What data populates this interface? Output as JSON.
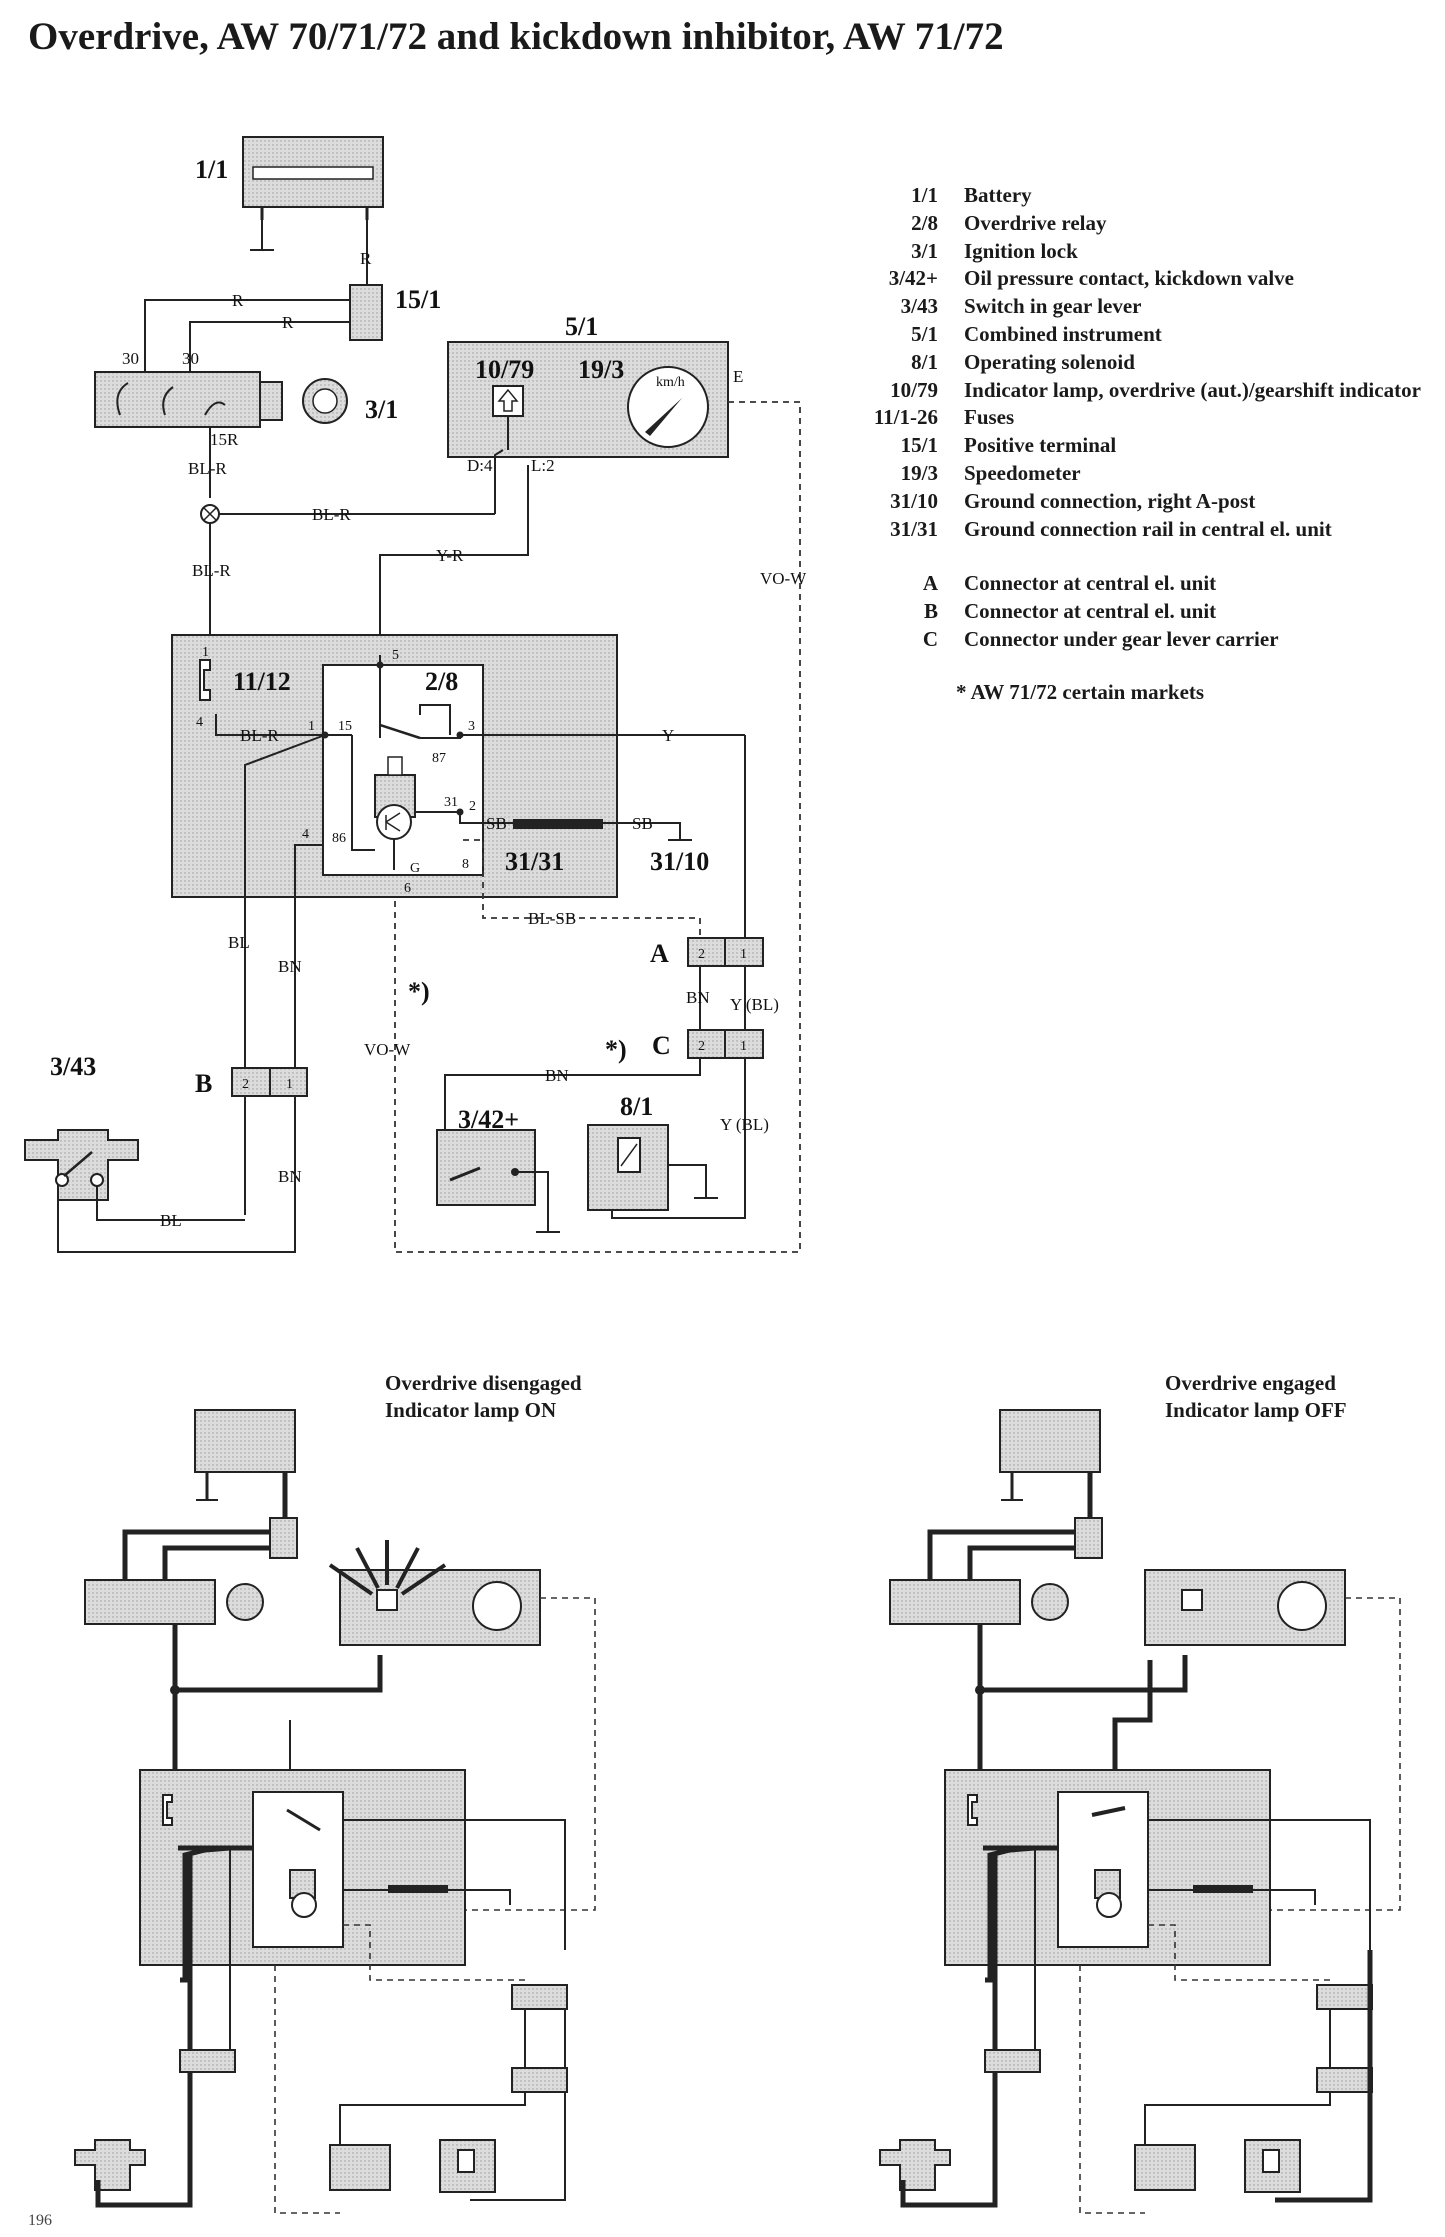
{
  "title": "Overdrive, AW 70/71/72 and kickdown inhibitor, AW 71/72",
  "legend": [
    {
      "code": "1/1",
      "desc": "Battery"
    },
    {
      "code": "2/8",
      "desc": "Overdrive relay"
    },
    {
      "code": "3/1",
      "desc": "Ignition lock"
    },
    {
      "code": "3/42+",
      "desc": "Oil pressure contact, kickdown valve"
    },
    {
      "code": "3/43",
      "desc": "Switch in gear lever"
    },
    {
      "code": "5/1",
      "desc": "Combined instrument"
    },
    {
      "code": "8/1",
      "desc": "Operating solenoid"
    },
    {
      "code": "10/79",
      "desc": "Indicator lamp, overdrive (aut.)/gearshift indicator"
    },
    {
      "code": "11/1-26",
      "desc": "Fuses"
    },
    {
      "code": "15/1",
      "desc": "Positive terminal"
    },
    {
      "code": "19/3",
      "desc": "Speedometer"
    },
    {
      "code": "31/10",
      "desc": "Ground connection, right A-post"
    },
    {
      "code": "31/31",
      "desc": "Ground connection rail in central el. unit"
    }
  ],
  "connectors": [
    {
      "code": "A",
      "desc": "Connector at central el. unit"
    },
    {
      "code": "B",
      "desc": "Connector at central el. unit"
    },
    {
      "code": "C",
      "desc": "Connector under gear lever carrier"
    }
  ],
  "footnote": "* AW 71/72 certain markets",
  "components": {
    "battery": "1/1",
    "positive_terminal": "15/1",
    "ignition_lock": "3/1",
    "combined_instrument": "5/1",
    "indicator_lamp": "10/79",
    "speedometer": "19/3",
    "speedo_unit": "km/h",
    "fuse": "11/12",
    "relay": "2/8",
    "ground_rail": "31/31",
    "ground_post": "31/10",
    "gear_switch": "3/43",
    "oil_pressure_contact": "3/42+",
    "solenoid": "8/1",
    "connector_a": "A",
    "connector_b": "B",
    "connector_c": "C",
    "footnote_mark": "*)"
  },
  "wires": {
    "r": "R",
    "bl_r": "BL-R",
    "y_r": "Y-R",
    "vo_w": "VO-W",
    "y": "Y",
    "sb": "SB",
    "bl_sb": "BL-SB",
    "bl": "BL",
    "bn": "BN",
    "y_bl": "Y (BL)",
    "e": "E",
    "d4": "D:4",
    "l2": "L:2",
    "t30": "30",
    "t15r": "15R"
  },
  "pins": {
    "p1": "1",
    "p2": "2",
    "p3": "3",
    "p4": "4",
    "p5": "5",
    "p6": "6",
    "p8": "8",
    "p15": "15",
    "p31": "31",
    "p86": "86",
    "p87": "87",
    "pg": "G"
  },
  "captions": {
    "disengaged_line1": "Overdrive disengaged",
    "disengaged_line2": "Indicator lamp ON",
    "engaged_line1": "Overdrive engaged",
    "engaged_line2": "Indicator lamp OFF"
  },
  "page_number": "196"
}
